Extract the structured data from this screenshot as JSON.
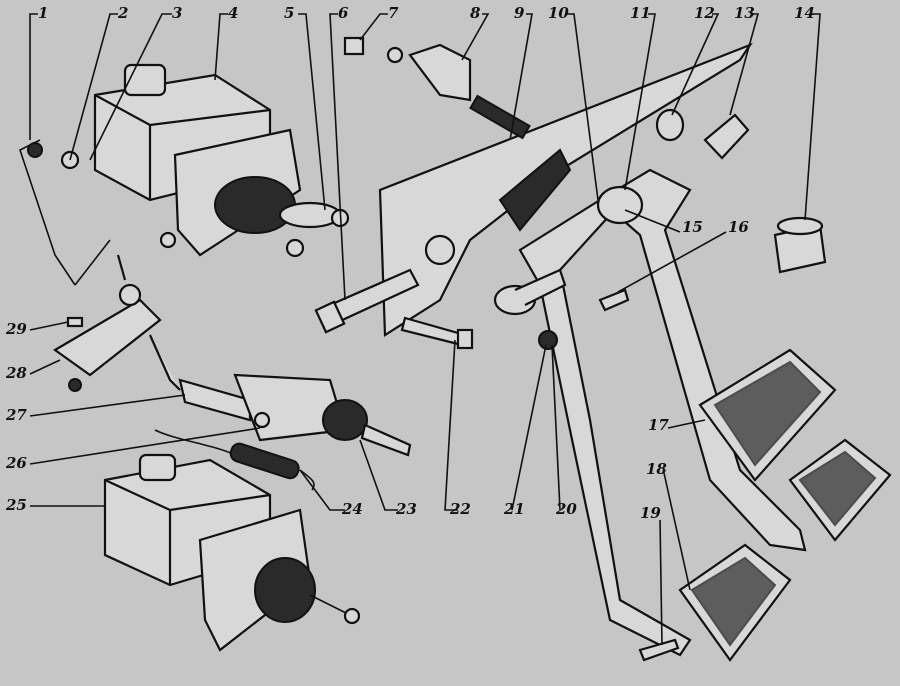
{
  "diagram": {
    "type": "exploded-view",
    "callouts": [
      "1",
      "2",
      "3",
      "4",
      "5",
      "6",
      "7",
      "8",
      "9",
      "10",
      "11",
      "12",
      "13",
      "14",
      "15",
      "16",
      "17",
      "18",
      "19",
      "20",
      "21",
      "22",
      "23",
      "24",
      "25",
      "26",
      "27",
      "28",
      "29"
    ]
  }
}
